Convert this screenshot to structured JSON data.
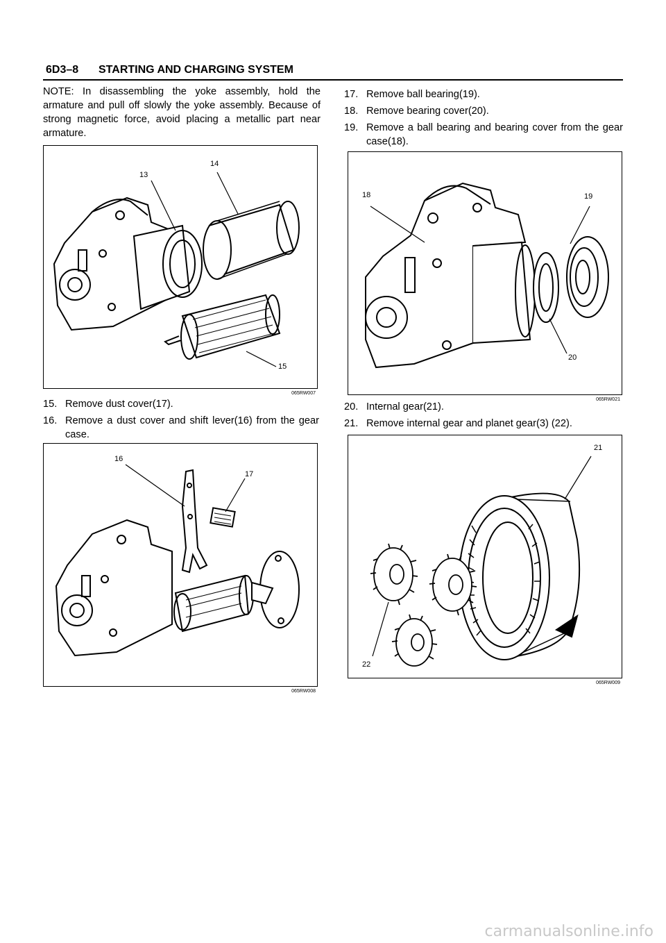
{
  "header": {
    "code": "6D3–8",
    "title": "STARTING AND CHARGING SYSTEM"
  },
  "note": "NOTE: In disassembling the yoke assembly, hold the armature and pull off slowly the yoke assembly. Because of strong magnetic force, avoid placing a metallic part near armature.",
  "left_steps_1": [
    {
      "num": "15.",
      "text": "Remove dust cover(17)."
    },
    {
      "num": "16.",
      "text": "Remove a dust cover and shift lever(16) from the gear case."
    }
  ],
  "right_steps_1": [
    {
      "num": "17.",
      "text": "Remove ball bearing(19)."
    },
    {
      "num": "18.",
      "text": "Remove bearing cover(20)."
    },
    {
      "num": "19.",
      "text": "Remove a ball bearing and bearing cover from the gear case(18)."
    }
  ],
  "right_steps_2": [
    {
      "num": "20.",
      "text": "Internal gear(21)."
    },
    {
      "num": "21.",
      "text": "Remove internal gear and planet gear(3) (22)."
    }
  ],
  "figures": {
    "fig1": {
      "code": "065RW007",
      "callouts": [
        "13",
        "14",
        "15"
      ]
    },
    "fig2": {
      "code": "065RW021",
      "callouts": [
        "18",
        "19",
        "20"
      ]
    },
    "fig3": {
      "code": "065RW008",
      "callouts": [
        "16",
        "17"
      ]
    },
    "fig4": {
      "code": "065RW009",
      "callouts": [
        "21",
        "22"
      ]
    }
  },
  "watermark": "carmanualsonline.info"
}
